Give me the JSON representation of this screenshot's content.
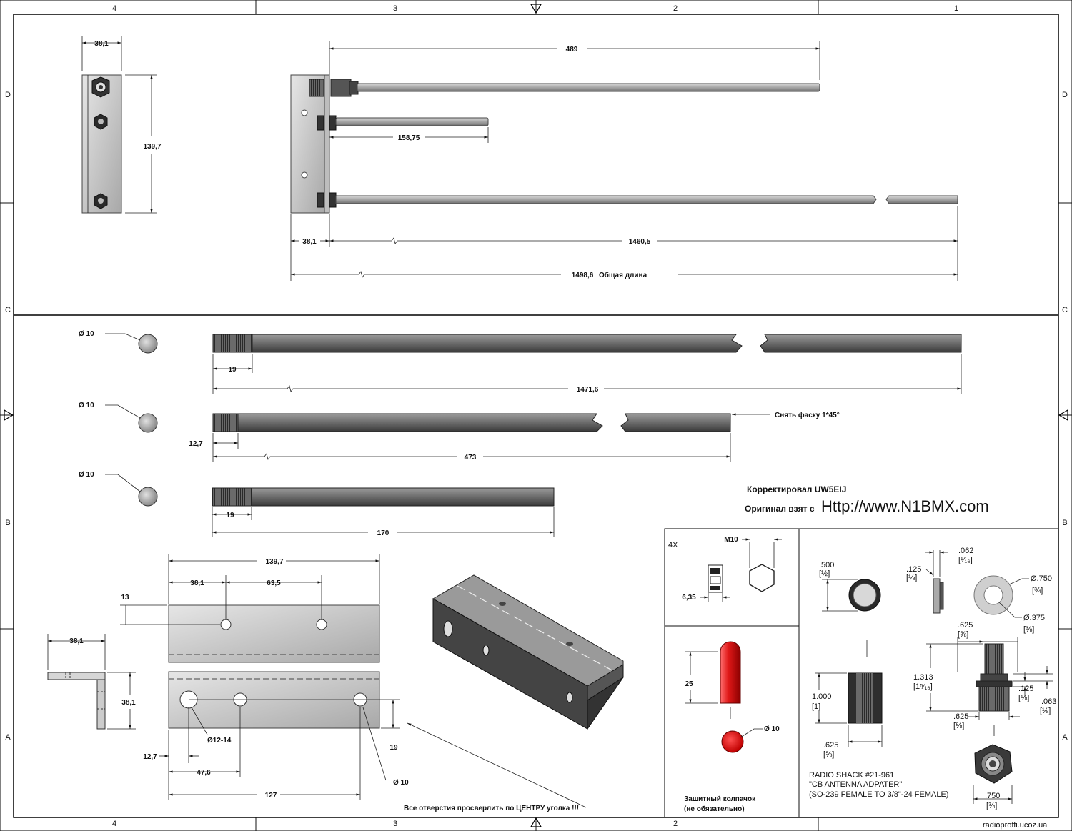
{
  "frame": {
    "col_labels": [
      "4",
      "3",
      "2",
      "1"
    ],
    "row_labels": [
      "D",
      "C",
      "B",
      "A"
    ]
  },
  "top_view": {
    "side_width": "38,1",
    "side_height": "139,7",
    "rod1_len": "489",
    "rod2_len": "158,75",
    "bracket_w": "38,1",
    "rod3_len": "1460,5",
    "total_len": "1498,6",
    "total_label": "Общая длина"
  },
  "rods": {
    "r1_dia": "Ø 10",
    "r1_thread": "19",
    "r1_len": "1471,6",
    "r2_dia": "Ø 10",
    "r2_thread": "12,7",
    "r2_len": "473",
    "r2_note": "Снять фаску 1*45°",
    "r3_dia": "Ø 10",
    "r3_thread": "19",
    "r3_len": "170"
  },
  "credits": {
    "corrected": "Корректировал UW5EIJ",
    "source_prefix": "Оригинал взят с",
    "source_url": "Http://www.N1BMX.com"
  },
  "bracket": {
    "total": "139,7",
    "d1": "38,1",
    "d2": "63,5",
    "top_offset": "13",
    "side_w": "38,1",
    "side_h": "38,1",
    "hole_big": "Ø12-14",
    "edge": "12,7",
    "d3": "47,6",
    "d4": "127",
    "bottom_offset": "19",
    "hole_small": "Ø 10",
    "note": "Все отверстия просверлить по ЦЕНТРУ уголка !!!"
  },
  "nuts": {
    "qty": "4X",
    "size": "M10",
    "thickness": "6,35"
  },
  "cap": {
    "height": "25",
    "dia": "Ø 10",
    "label_line1": "Зашитный колпачок",
    "label_line2": "(не обязательно)"
  },
  "adapter": {
    "d_500": ".500",
    "d_500_frac": "[½]",
    "d_062": ".062",
    "d_062_frac": "[¹⁄₁₆]",
    "d_125a": ".125",
    "d_125a_frac": "[⅛]",
    "d_750a": "Ø.750",
    "d_750a_frac": "[¾]",
    "d_375": "Ø.375",
    "d_375_frac": "[⅜]",
    "d_625a": ".625",
    "d_625a_frac": "[⅝]",
    "d_1313": "1.313",
    "d_1313_frac": "[1⁵⁄₁₆]",
    "d_1000": "1.000",
    "d_1000_frac": "[1]",
    "d_125b": ".125",
    "d_125b_frac": "[⅛]",
    "d_063": ".063",
    "d_063_frac": "[⅛]",
    "d_625b": ".625",
    "d_625b_frac": "[⅝]",
    "d_625c": ".625",
    "d_625c_frac": "[⅝]",
    "d_750b": ".750",
    "d_750b_frac": "[¾]",
    "part_line1": "RADIO SHACK #21-961",
    "part_line2": "\"CB ANTENNA ADPATER\"",
    "part_line3": "(SO-239 FEMALE TO 3/8\"-24 FEMALE)"
  },
  "watermark": "radioproffi.ucoz.ua"
}
